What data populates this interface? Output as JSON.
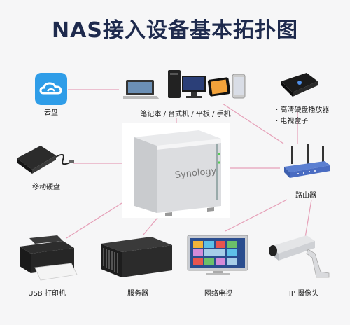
{
  "title": "NAS接入设备基本拓扑图",
  "nodes": {
    "cloud": {
      "label": "云盘"
    },
    "computers": {
      "label": "笔记本 / 台式机 / 平板 / 手机"
    },
    "settop": {
      "label_1": "· 高清硬盘播放器",
      "label_2": "· 电视盒子"
    },
    "hdd": {
      "label": "移动硬盘"
    },
    "router": {
      "label": "路由器"
    },
    "printer": {
      "label": "USB 打印机"
    },
    "server": {
      "label": "服务器"
    },
    "tv": {
      "label": "网络电视"
    },
    "camera": {
      "label": "IP 摄像头"
    },
    "nas": {
      "brand": "Synology"
    }
  },
  "colors": {
    "link": "#e6a0b8",
    "title": "#1e2a4d"
  }
}
